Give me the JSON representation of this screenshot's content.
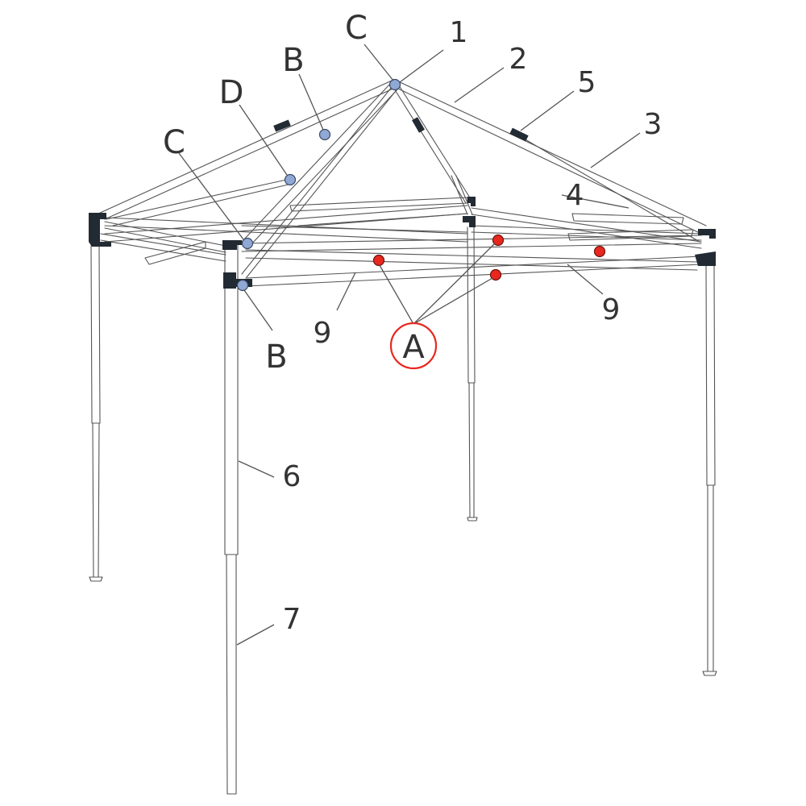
{
  "labels": {
    "c_top": "C",
    "b_upper": "B",
    "d": "D",
    "c_left": "C",
    "b_lower": "B",
    "a": "A",
    "n1": "1",
    "n2": "2",
    "n3": "3",
    "n4": "4",
    "n5": "5",
    "n6": "6",
    "n7": "7",
    "n9_left": "9",
    "n9_right": "9"
  },
  "colors": {
    "frame_stroke": "#555555",
    "bracket_fill": "#222a33",
    "joint_blue": "#8fa8d4",
    "joint_red": "#e8281e",
    "highlight_ring": "#e8281e",
    "text": "#333333"
  }
}
